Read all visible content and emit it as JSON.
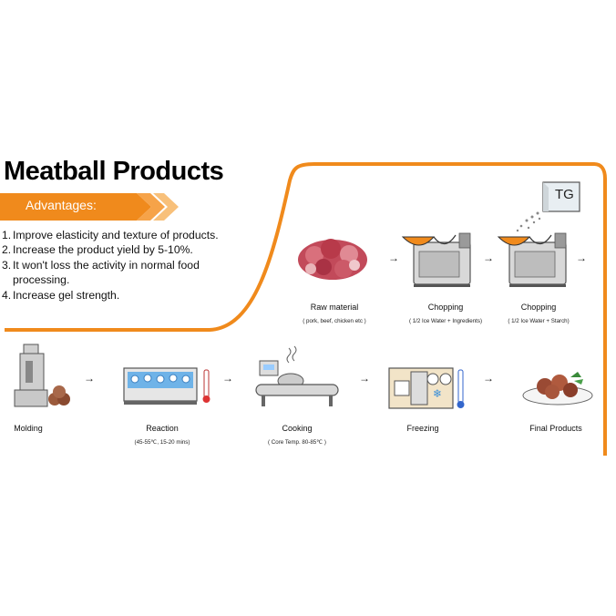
{
  "title": "Meatball Products",
  "advantages_heading": "Advantages:",
  "advantages": [
    {
      "num": "1.",
      "text": "Improve elasticity and texture of products."
    },
    {
      "num": "2.",
      "text": "Increase the product yield by 5-10%."
    },
    {
      "num": "3.",
      "text": "It won't loss the activity in normal food processing."
    },
    {
      "num": "4.",
      "text": "Increase gel strength."
    }
  ],
  "tg_label": "TG",
  "steps": [
    {
      "label": "Raw material",
      "note": "( pork, beef, chicken etc )"
    },
    {
      "label": "Chopping",
      "note": "( 1/2 Ice Water + Ingredients)"
    },
    {
      "label": "Chopping",
      "note": "( 1/2 Ice Water + Starch)"
    },
    {
      "label": "Molding",
      "note": ""
    },
    {
      "label": "Reaction",
      "note": "(45-55℃, 15-20 mins)"
    },
    {
      "label": "Cooking",
      "note": "( Core Temp. 80-85℃ )"
    },
    {
      "label": "Freezing",
      "note": ""
    },
    {
      "label": "Final Products",
      "note": ""
    }
  ],
  "colors": {
    "accent": "#f08a1c",
    "accent_light": "#f7b25a"
  }
}
